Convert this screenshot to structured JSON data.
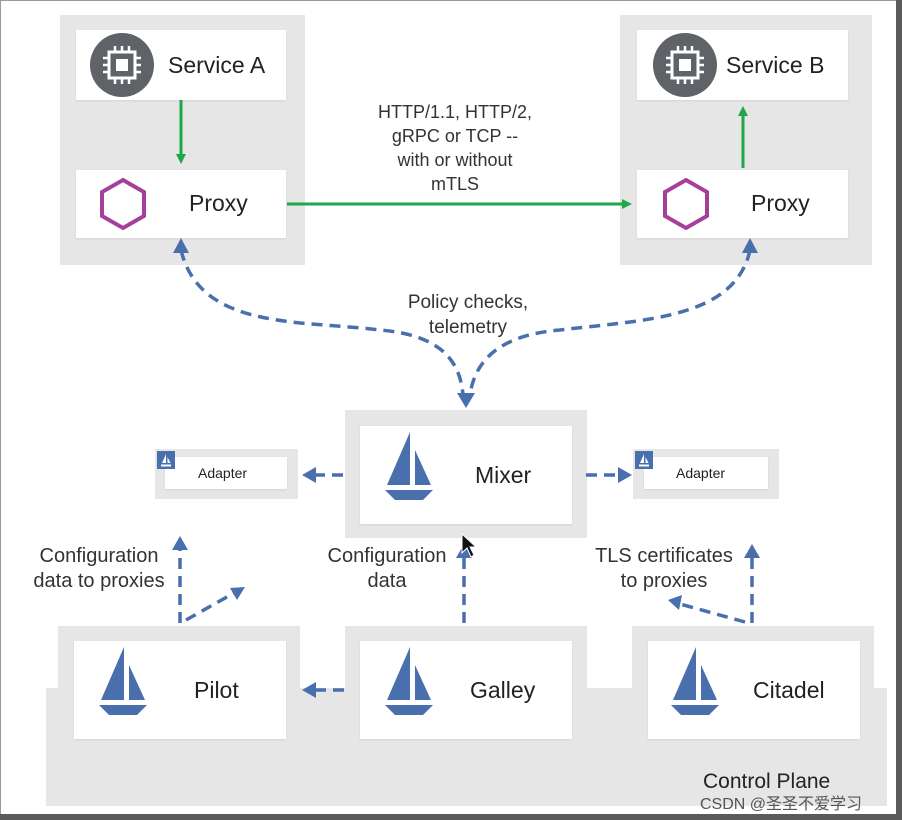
{
  "services": {
    "a_label": "Service A",
    "b_label": "Service B",
    "proxy_label": "Proxy"
  },
  "annotations": {
    "protocols": [
      "HTTP/1.1, HTTP/2,",
      "gRPC or TCP --",
      "with or without",
      "mTLS"
    ],
    "policy": [
      "Policy checks,",
      "telemetry"
    ],
    "config_proxies": [
      "Configuration",
      "data to proxies"
    ],
    "config_data": [
      "Configuration",
      "data"
    ],
    "tls": [
      "TLS certificates",
      "to proxies"
    ]
  },
  "control_plane": {
    "title": "Control Plane",
    "mixer": "Mixer",
    "adapter": "Adapter",
    "pilot": "Pilot",
    "galley": "Galley",
    "citadel": "Citadel"
  },
  "watermark": "CSDN @圣圣不爱学习",
  "colors": {
    "green_arrow": "#1ea74b",
    "blue_dashed": "#4a6fad",
    "sail_blue": "#4a6fad",
    "proxy_hex": "#a63f9a",
    "chip_gray": "#5f6368",
    "panel_gray": "#e6e6e6"
  },
  "icons": [
    "chip-icon",
    "hexagon-icon",
    "sail-icon",
    "mouse-cursor-icon"
  ]
}
